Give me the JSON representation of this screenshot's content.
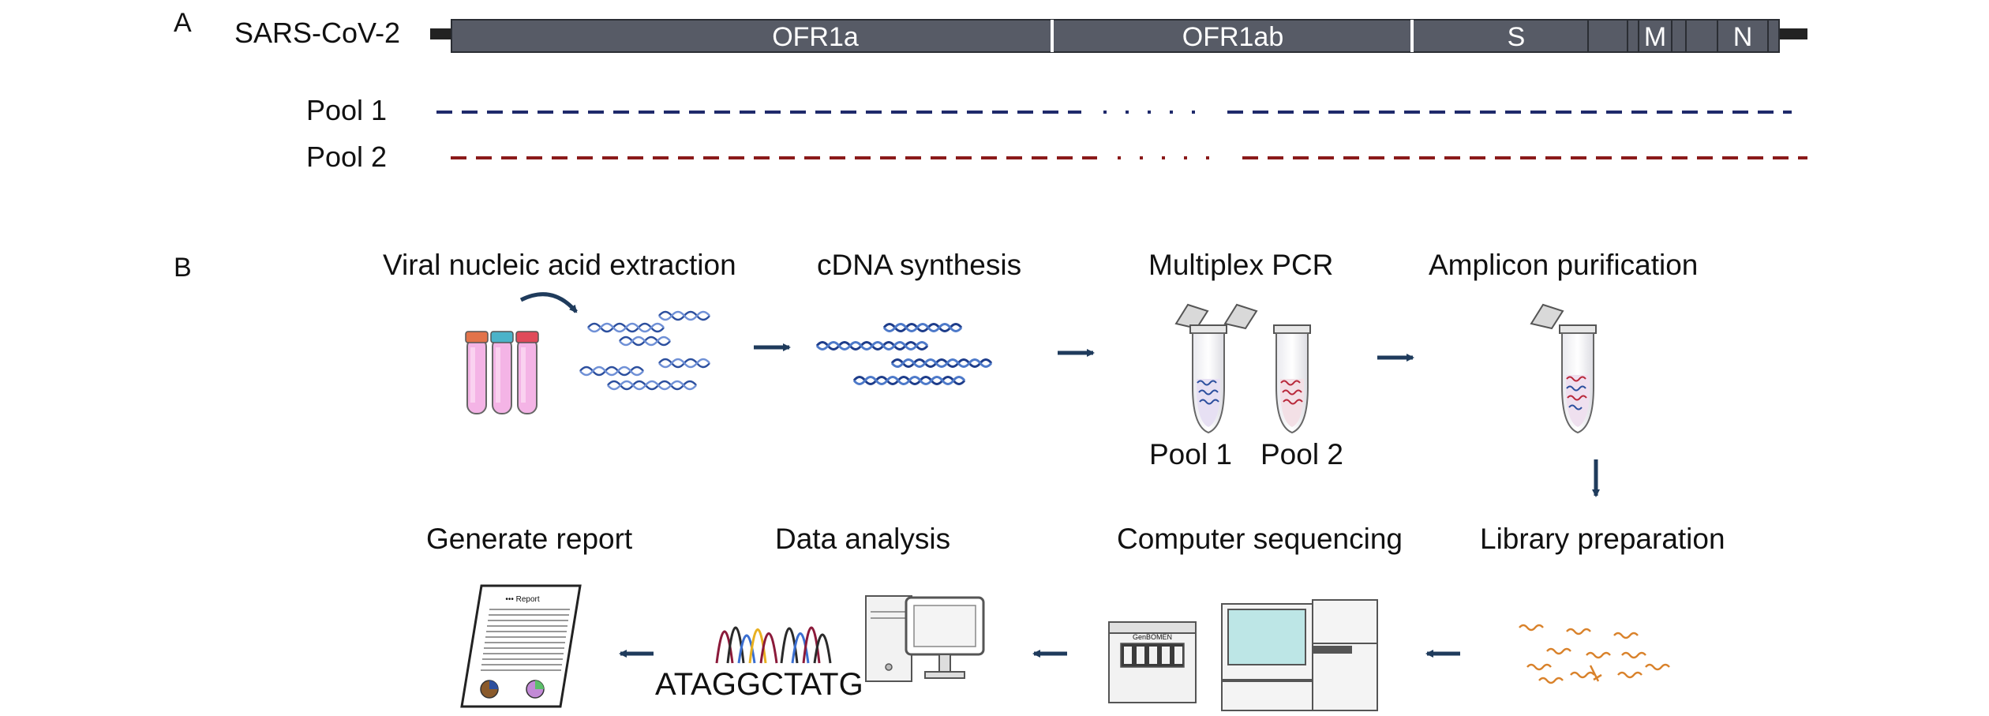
{
  "panelA": {
    "letter": "A",
    "genome_label": "SARS-CoV-2",
    "segments": [
      {
        "name": "OFR1a",
        "label": "OFR1a"
      },
      {
        "name": "OFR1ab",
        "label": "OFR1ab"
      },
      {
        "name": "S",
        "label": "S"
      },
      {
        "name": "gene-small-1",
        "label": ""
      },
      {
        "name": "gene-small-2",
        "label": ""
      },
      {
        "name": "M",
        "label": "M"
      },
      {
        "name": "gene-small-3",
        "label": ""
      },
      {
        "name": "gene-small-4",
        "label": ""
      },
      {
        "name": "N",
        "label": "N"
      },
      {
        "name": "gene-small-5",
        "label": ""
      }
    ],
    "pools": [
      {
        "label": "Pool 1",
        "color": "#1f2a6b"
      },
      {
        "label": "Pool 2",
        "color": "#8b1a1a"
      }
    ]
  },
  "panelB": {
    "letter": "B",
    "steps": {
      "extraction": "Viral nucleic acid extraction",
      "cdna": "cDNA synthesis",
      "pcr": "Multiplex PCR",
      "purification": "Amplicon purification",
      "library": "Library preparation",
      "sequencing": "Computer sequencing",
      "analysis": "Data analysis",
      "report": "Generate report"
    },
    "tube_labels": {
      "pool1": "Pool 1",
      "pool2": "Pool 2"
    },
    "sequence": "ATAGGCTATG",
    "sequencer_brand": "GenBOMEN",
    "report_title": "••• Report"
  },
  "colors": {
    "genome_fill": "#575b66",
    "arrow": "#1f3b5c",
    "dna_blue": "#2c4f9e",
    "dna_red": "#b8283a",
    "dna_orange": "#d9822b",
    "tube_pink": "#f4b4e6"
  }
}
